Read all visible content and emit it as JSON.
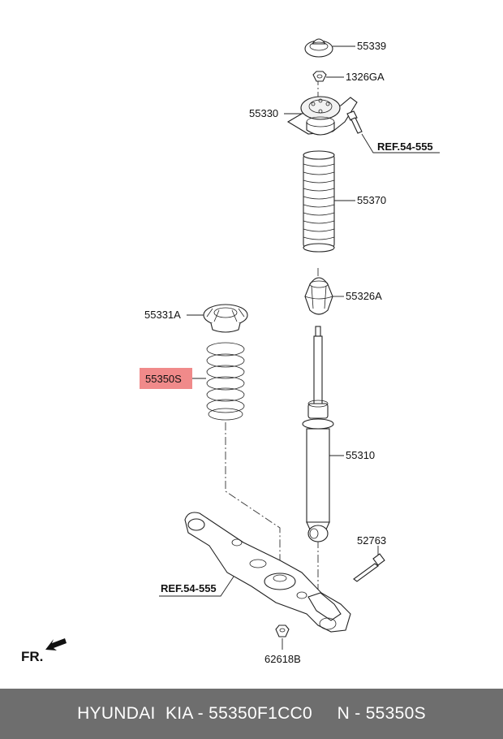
{
  "parts": {
    "insulator_cap": "55339",
    "nut": "1326GA",
    "mount": "55330",
    "ref_upper": "REF.54-555",
    "dust_cover": "55370",
    "bumper": "55326A",
    "spring_seat": "55331A",
    "spring": "55350S",
    "shock": "55310",
    "bolt": "52763",
    "ref_lower": "REF.54-555",
    "lower_nut": "62618B"
  },
  "highlight_color": "#f08a8a",
  "front_indicator": "FR.",
  "footer": {
    "text": "HYUNDAI  KIA - 55350F1CC0     N - 55350S"
  }
}
